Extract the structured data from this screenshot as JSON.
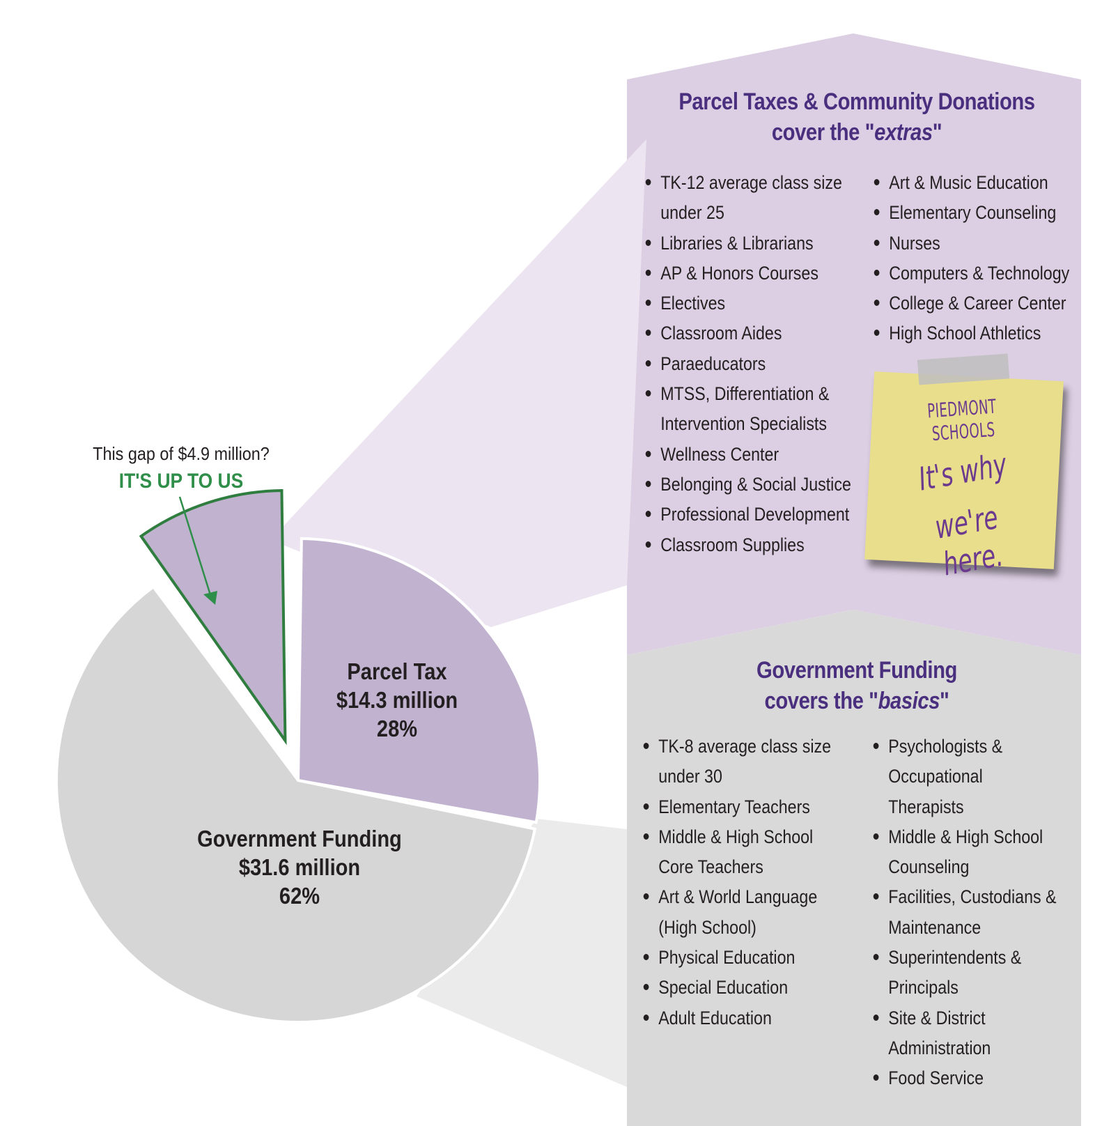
{
  "chart_data": {
    "type": "pie",
    "slices": [
      {
        "name": "Parcel Tax",
        "amount": "$14.3 million",
        "percent_label": "28%",
        "value": 28,
        "color": "#c1b3cf"
      },
      {
        "name": "Government Funding",
        "amount": "$31.6 million",
        "percent_label": "62%",
        "value": 62,
        "color": "#d6d6d6"
      },
      {
        "name": "gap",
        "amount": "$4.9 million",
        "value": 10,
        "color": "#c1b3cf",
        "outline_color": "#2f7d3f",
        "exploded": true
      }
    ]
  },
  "gap_callout": {
    "question": "This gap of $4.9 million?",
    "cta": "IT'S UP TO US"
  },
  "extras_panel": {
    "title_line1": "Parcel Taxes & Community Donations",
    "title_prefix": "cover the \"",
    "title_em": "extras",
    "title_suffix": "\"",
    "col1": [
      "TK-12 average class size",
      "under 25",
      "Libraries & Librarians",
      "AP & Honors Courses",
      "Electives",
      "Classroom Aides",
      "Paraeducators",
      "MTSS, Differentiation &",
      "Intervention Specialists",
      "Wellness Center",
      "Belonging & Social Justice",
      "Professional Development",
      "Classroom Supplies"
    ],
    "col1_continuations": [
      1,
      8
    ],
    "col2": [
      "Art & Music Education",
      "Elementary Counseling",
      "Nurses",
      "Computers & Technology",
      "College & Career Center",
      "High School Athletics"
    ],
    "col2_continuations": [],
    "color": "#dccfe3"
  },
  "basics_panel": {
    "title_line1": "Government Funding",
    "title_prefix": "covers the \"",
    "title_em": "basics",
    "title_suffix": "\"",
    "col1": [
      "TK-8 average class size",
      "under 30",
      "Elementary Teachers",
      "Middle & High School",
      "Core Teachers",
      "Art & World Language",
      "(High School)",
      "Physical Education",
      "Special Education",
      "Adult Education"
    ],
    "col1_continuations": [
      1,
      4,
      6
    ],
    "col2": [
      "Psychologists &",
      "Occupational",
      "Therapists",
      "Middle & High School",
      "Counseling",
      "Facilities, Custodians &",
      "Maintenance",
      "Superintendents &",
      "Principals",
      "Site & District",
      "Administration",
      "Food Service"
    ],
    "col2_continuations": [
      1,
      2,
      4,
      6,
      8,
      10
    ],
    "color": "#d9d9d9"
  },
  "sticky_note": {
    "line1": "PIEDMONT SCHOOLS",
    "line2": "It's why",
    "line3": "we're here."
  }
}
